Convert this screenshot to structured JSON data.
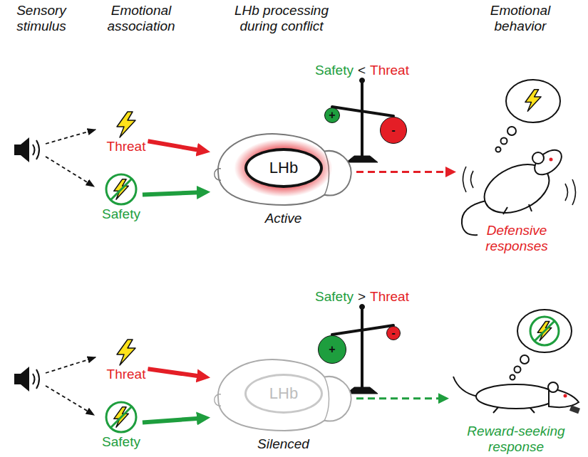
{
  "diagram": {
    "nodes": [
      {
        "text": [
          "Threat"
        ]
      },
      {
        "text": [
          "Safety"
        ]
      },
      {
        "text": [
          "Active"
        ]
      },
      {
        "text": [
          "LHb"
        ],
        "in": 2
      },
      {
        "text": [
          "+"
        ]
      },
      {
        "text": [
          "-"
        ]
      },
      {
        "text": [
          "Defensive responses"
        ]
      },
      {
        "text": [
          "Threat"
        ]
      },
      {
        "text": [
          "Safety"
        ]
      },
      {
        "text": [
          "Silenced"
        ]
      },
      {
        "text": [
          "LHb"
        ],
        "in": 9
      },
      {
        "text": [
          "+"
        ]
      },
      {
        "text": [
          "-"
        ]
      },
      {
        "text": [
          "Reward-seeking response"
        ]
      }
    ],
    "edges": [
      {
        "from": 0,
        "to": 2,
        "arrow": "to"
      },
      {
        "from": 1,
        "to": 2,
        "arrow": "to"
      },
      {
        "from": 2,
        "to": 6,
        "arrow": "to"
      },
      {
        "from": 7,
        "to": 9,
        "arrow": "to"
      },
      {
        "from": 8,
        "to": 9,
        "arrow": "to"
      },
      {
        "from": 9,
        "to": 13,
        "arrow": "to"
      }
    ],
    "labels": [
      "Sensory stimulus",
      "Emotional association",
      "LHb processing during conflict",
      "Emotional behavior",
      "Safety",
      "<",
      "Threat",
      "Safety",
      ">",
      "Threat"
    ]
  }
}
